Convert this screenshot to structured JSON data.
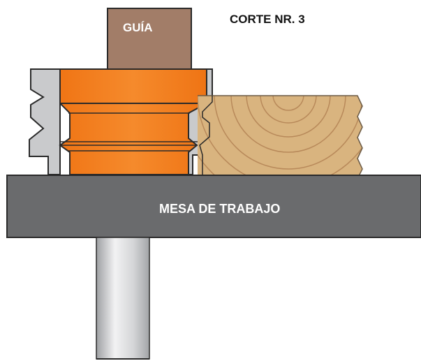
{
  "labels": {
    "guide": "GUÍA",
    "cut": "CORTE NR. 3",
    "table": "MESA DE TRABAJO"
  },
  "colors": {
    "guide": "#a27d68",
    "cutter": "#f47f20",
    "cutter_dark": "#c95d10",
    "body_gray": "#c9cacc",
    "table": "#6a6b6d",
    "shank": "#d9dadb",
    "wood": "#d9b47f",
    "ring": "#b8895a"
  }
}
